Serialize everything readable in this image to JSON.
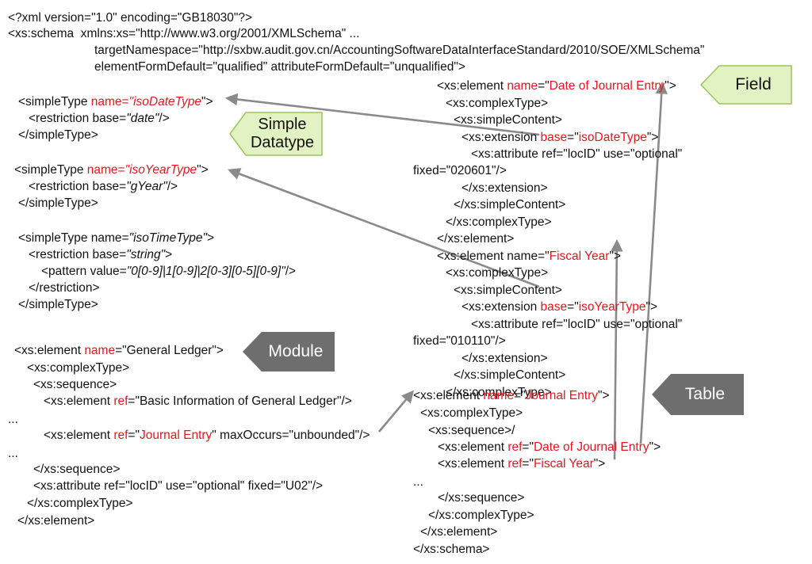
{
  "colors": {
    "highlight_red": "#e8161c",
    "arrow_gray": "#8a8a8a",
    "field_callout_fill": "#e2f2c2",
    "field_callout_border": "#9cc45a",
    "simple_callout_fill": "#e2f2c2",
    "dark_callout_fill": "#6e6e6e"
  },
  "callouts": {
    "field": "Field",
    "simple_datatype_1": "Simple",
    "simple_datatype_2": "Datatype",
    "module": "Module",
    "table": "Table"
  },
  "header": {
    "l1": "<?xml version=\"1.0\" encoding=\"GB18030\"?>",
    "l2": "<xs:schema  xmlns:xs=\"http://www.w3.org/2001/XMLSchema\" ...",
    "l3": "targetNamespace=\"http://sxbw.audit.gov.cn/AccountingSoftwareDataInterfaceStandard/2010/SOE/XMLSchema\"",
    "l4": "elementFormDefault=\"qualified\" attributeFormDefault=\"unqualified\">"
  },
  "left": {
    "dt1": "<simpleType ",
    "dt2": "name=",
    "dt3": "\"",
    "dt4": "isoDateType",
    "dt5": "\">",
    "dt6": "<restriction base=",
    "dt7": "\"date\"",
    "dt8": "/>",
    "dt9": "</simpleType>",
    "yt1": "<simpleType ",
    "yt2": "name=",
    "yt3": "\"",
    "yt4": "isoYearType",
    "yt5": "\">",
    "yt6": "<restriction base=",
    "yt7": "\"gYear\"",
    "yt8": "/>",
    "yt9": "</simpleType>",
    "tt1": "<simpleType name=",
    "tt2": "\"isoTimeType\"",
    "tt3": ">",
    "tt4": "<restriction base=",
    "tt5": "\"string\"",
    "tt6": ">",
    "tt7": "<pattern value=",
    "tt8": "\"0[0-9]|1[0-9]|2[0-3][0-5][0-9]\"",
    "tt9": "/>",
    "tt10": "</restriction>",
    "tt11": "</simpleType>",
    "gl1": "<xs:element ",
    "gl2": "name",
    "gl3": "=\"General Ledger\">",
    "gl4": "<xs:complexType>",
    "gl5": "<xs:sequence>",
    "gl6": "<xs:element ",
    "gl7": "ref",
    "gl8": "=\"Basic Information of General Ledger\"/>",
    "gl9": "...",
    "gl10": "<xs:element ",
    "gl11": "ref",
    "gl12": "=\"",
    "gl13": "Journal Entry",
    "gl14": "\" maxOccurs=\"unbounded\"/>",
    "gl15": "...",
    "gl16": "</xs:sequence>",
    "gl17": "<xs:attribute ref=\"locID\" use=\"optional\" fixed=\"U02\"/>",
    "gl18": "</xs:complexType>",
    "gl19": "</xs:element>"
  },
  "right": {
    "d1": "<xs:element ",
    "d2": "name",
    "d3": "=\"",
    "d4": "Date of Journal Entry",
    "d5": "\">",
    "d6": "<xs:complexType>",
    "d7": "<xs:simpleContent>",
    "d8": "<xs:extension ",
    "d9": "base",
    "d10": "=\"",
    "d11": "isoDateType",
    "d12": "\">",
    "d13": "<xs:attribute ref=\"locID\" use=\"optional\"",
    "d14": "fixed=\"020601\"/>",
    "d15": "</xs:extension>",
    "d16": "</xs:simpleContent>",
    "d17": "</xs:complexType>",
    "d18": "</xs:element>",
    "f1": "<xs:element name=\"",
    "f2": "Fiscal Year",
    "f3": "\">",
    "f4": "<xs:complexType>",
    "f5": "<xs:simpleContent>",
    "f6": "<xs:extension ",
    "f7": "base",
    "f8": "=\"",
    "f9": "isoYearType",
    "f10": "\">",
    "f11": "<xs:attribute ref=\"locID\" use=\"optional\"",
    "f12": "fixed=\"010110\"/>",
    "f13": "</xs:extension>",
    "f14": "</xs:simpleContent>",
    "f15": "</xs:complexType>",
    "j1": "<xs:element ",
    "j2": "name",
    "j3": "=\"",
    "j4": "Journal Entry",
    "j5": "\">",
    "j6": "<xs:complexType>",
    "j7": "<xs:sequence>/",
    "j8": "<xs:element ",
    "j9": "ref",
    "j10": "=\"",
    "j11": "Date of Journal Entry",
    "j12": "\">",
    "j13": "<xs:element ",
    "j14": "ref",
    "j15": "=\"",
    "j16": "Fiscal Year",
    "j17": "\">",
    "j18": "...",
    "j19": "</xs:sequence>",
    "j20": "</xs:complexType>",
    "j21": "</xs:element>",
    "j22": "</xs:schema>"
  }
}
